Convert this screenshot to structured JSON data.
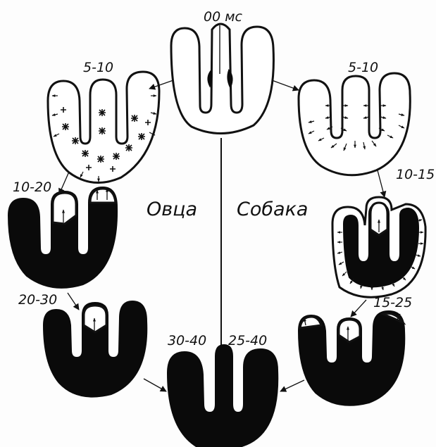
{
  "labels": {
    "start_time": "00 мс",
    "sheep_first": "5-10",
    "dog_first": "5-10",
    "sheep_second": "10-20",
    "dog_second": "10-15",
    "sheep_third": "20-30",
    "dog_third": "15-25",
    "sheep_final": "30-40",
    "dog_final": "25-40",
    "sheep": "Овца",
    "dog": "Собака"
  },
  "colors": {
    "ink": "#111111",
    "fill": "#0a0a0a",
    "paper": "#fdfdfd"
  }
}
